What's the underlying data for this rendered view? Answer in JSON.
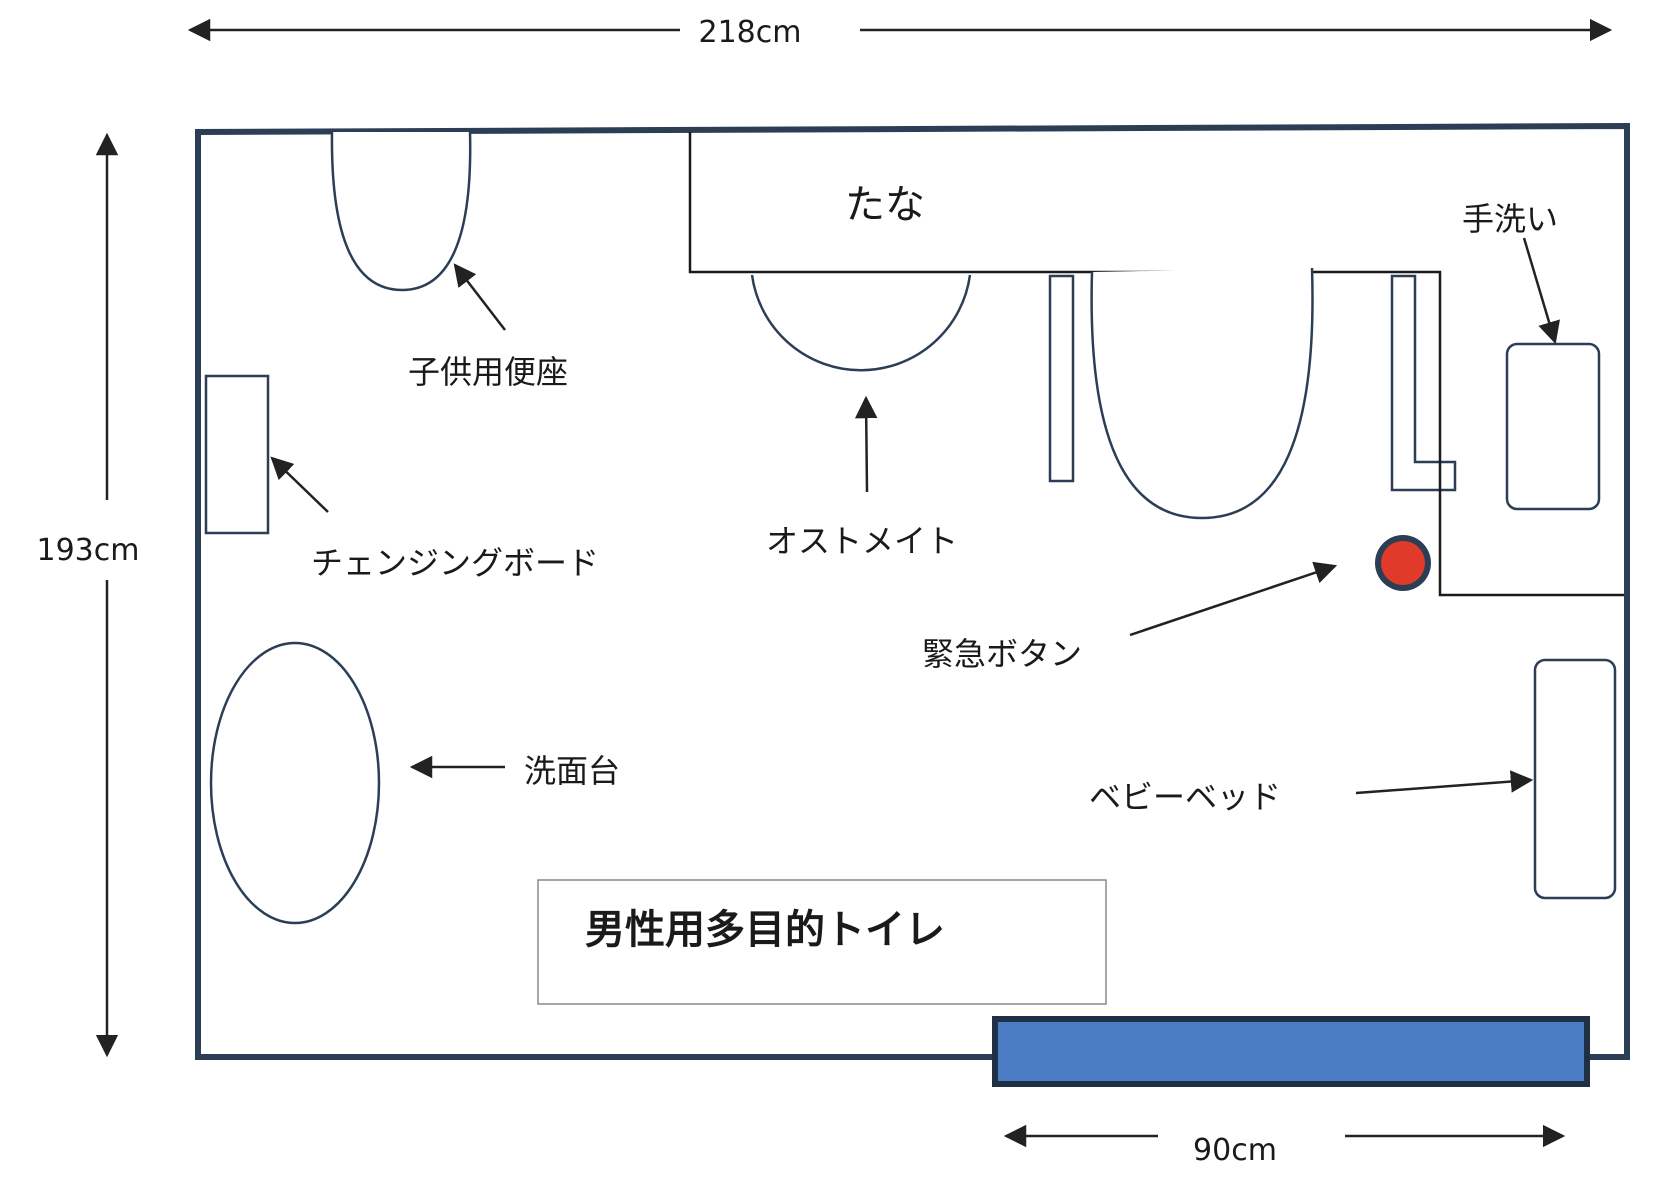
{
  "dimensions": {
    "width": "218cm",
    "height": "193cm",
    "door": "90cm"
  },
  "labels": {
    "shelf": "たな",
    "child_seat": "子供用便座",
    "hand_wash": "手洗い",
    "changing_board": "チェンジングボード",
    "ostomate": "オストメイト",
    "emergency_button": "緊急ボタン",
    "wash_basin": "洗面台",
    "baby_bed": "ベビーベッド"
  },
  "room_title": "男性用多目的トイレ",
  "colors": {
    "wall": "#2c3e55",
    "door": "#4a7cc4",
    "emergency": "#e03a2a"
  }
}
